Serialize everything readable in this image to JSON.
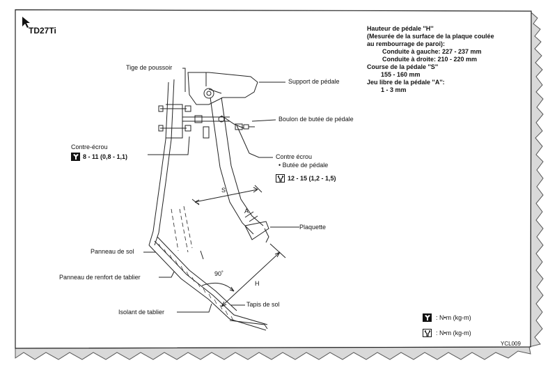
{
  "title": "TD27Ti",
  "spec": {
    "line1": "Hauteur de pédale ''H''",
    "line2": "(Mesurée de la surface de la plaque coulée",
    "line3": "au rembourrage de paroi):",
    "left_drive": "Conduite à gauche: 227 - 237 mm",
    "right_drive": "Conduite à droite: 210 - 220 mm",
    "stroke_title": "Course de la pédale ''S''",
    "stroke_value": "155 - 160 mm",
    "freeplay_title": "Jeu libre de la pédale ''A'':",
    "freeplay_value": "1 - 3 mm"
  },
  "labels": {
    "push_rod": "Tige de poussoir",
    "pedal_bracket": "Support de pédale",
    "stop_bolt": "Boulon de butée de pédale",
    "lock_nut_left": "Contre-écrou",
    "lock_nut_right": "Contre écrou",
    "pedal_stopper": "• Butée de pédale",
    "pad": "Plaquette",
    "floor_panel": "Panneau de sol",
    "dash_reinforcement": "Panneau de renfort de tablier",
    "dash_insulator": "Isolant de tablier",
    "floor_carpet": "Tapis de sol",
    "dim_s": "S",
    "dim_a": "A",
    "dim_h": "H",
    "angle": "90˚"
  },
  "torques": {
    "lock_nut": "8 - 11 (0,8 - 1,1)",
    "stopper": "12 - 15 (1,2 - 1,5)"
  },
  "legend": {
    "unit1": ": N•m (kg-m)",
    "unit2": ": N•m (kg-m)"
  },
  "code": "YCL009"
}
